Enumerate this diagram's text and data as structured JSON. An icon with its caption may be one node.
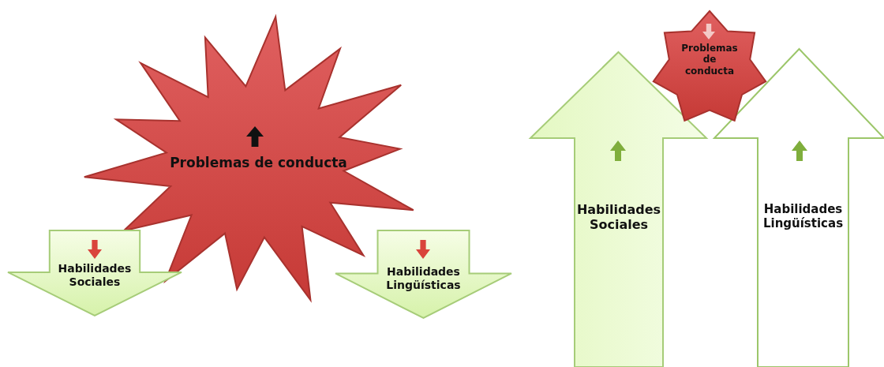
{
  "diagram": {
    "nodes": [
      {
        "text": [
          "Problemas de conducta"
        ]
      },
      {
        "text": [
          "Habilidades Sociales"
        ]
      },
      {
        "text": [
          "Habilidades Lingüísticas"
        ]
      },
      {
        "text": [
          "Habilidades Sociales"
        ]
      },
      {
        "text": [
          "Habilidades Lingüísticas"
        ]
      },
      {
        "text": [
          "Problemas de conducta"
        ]
      }
    ]
  }
}
